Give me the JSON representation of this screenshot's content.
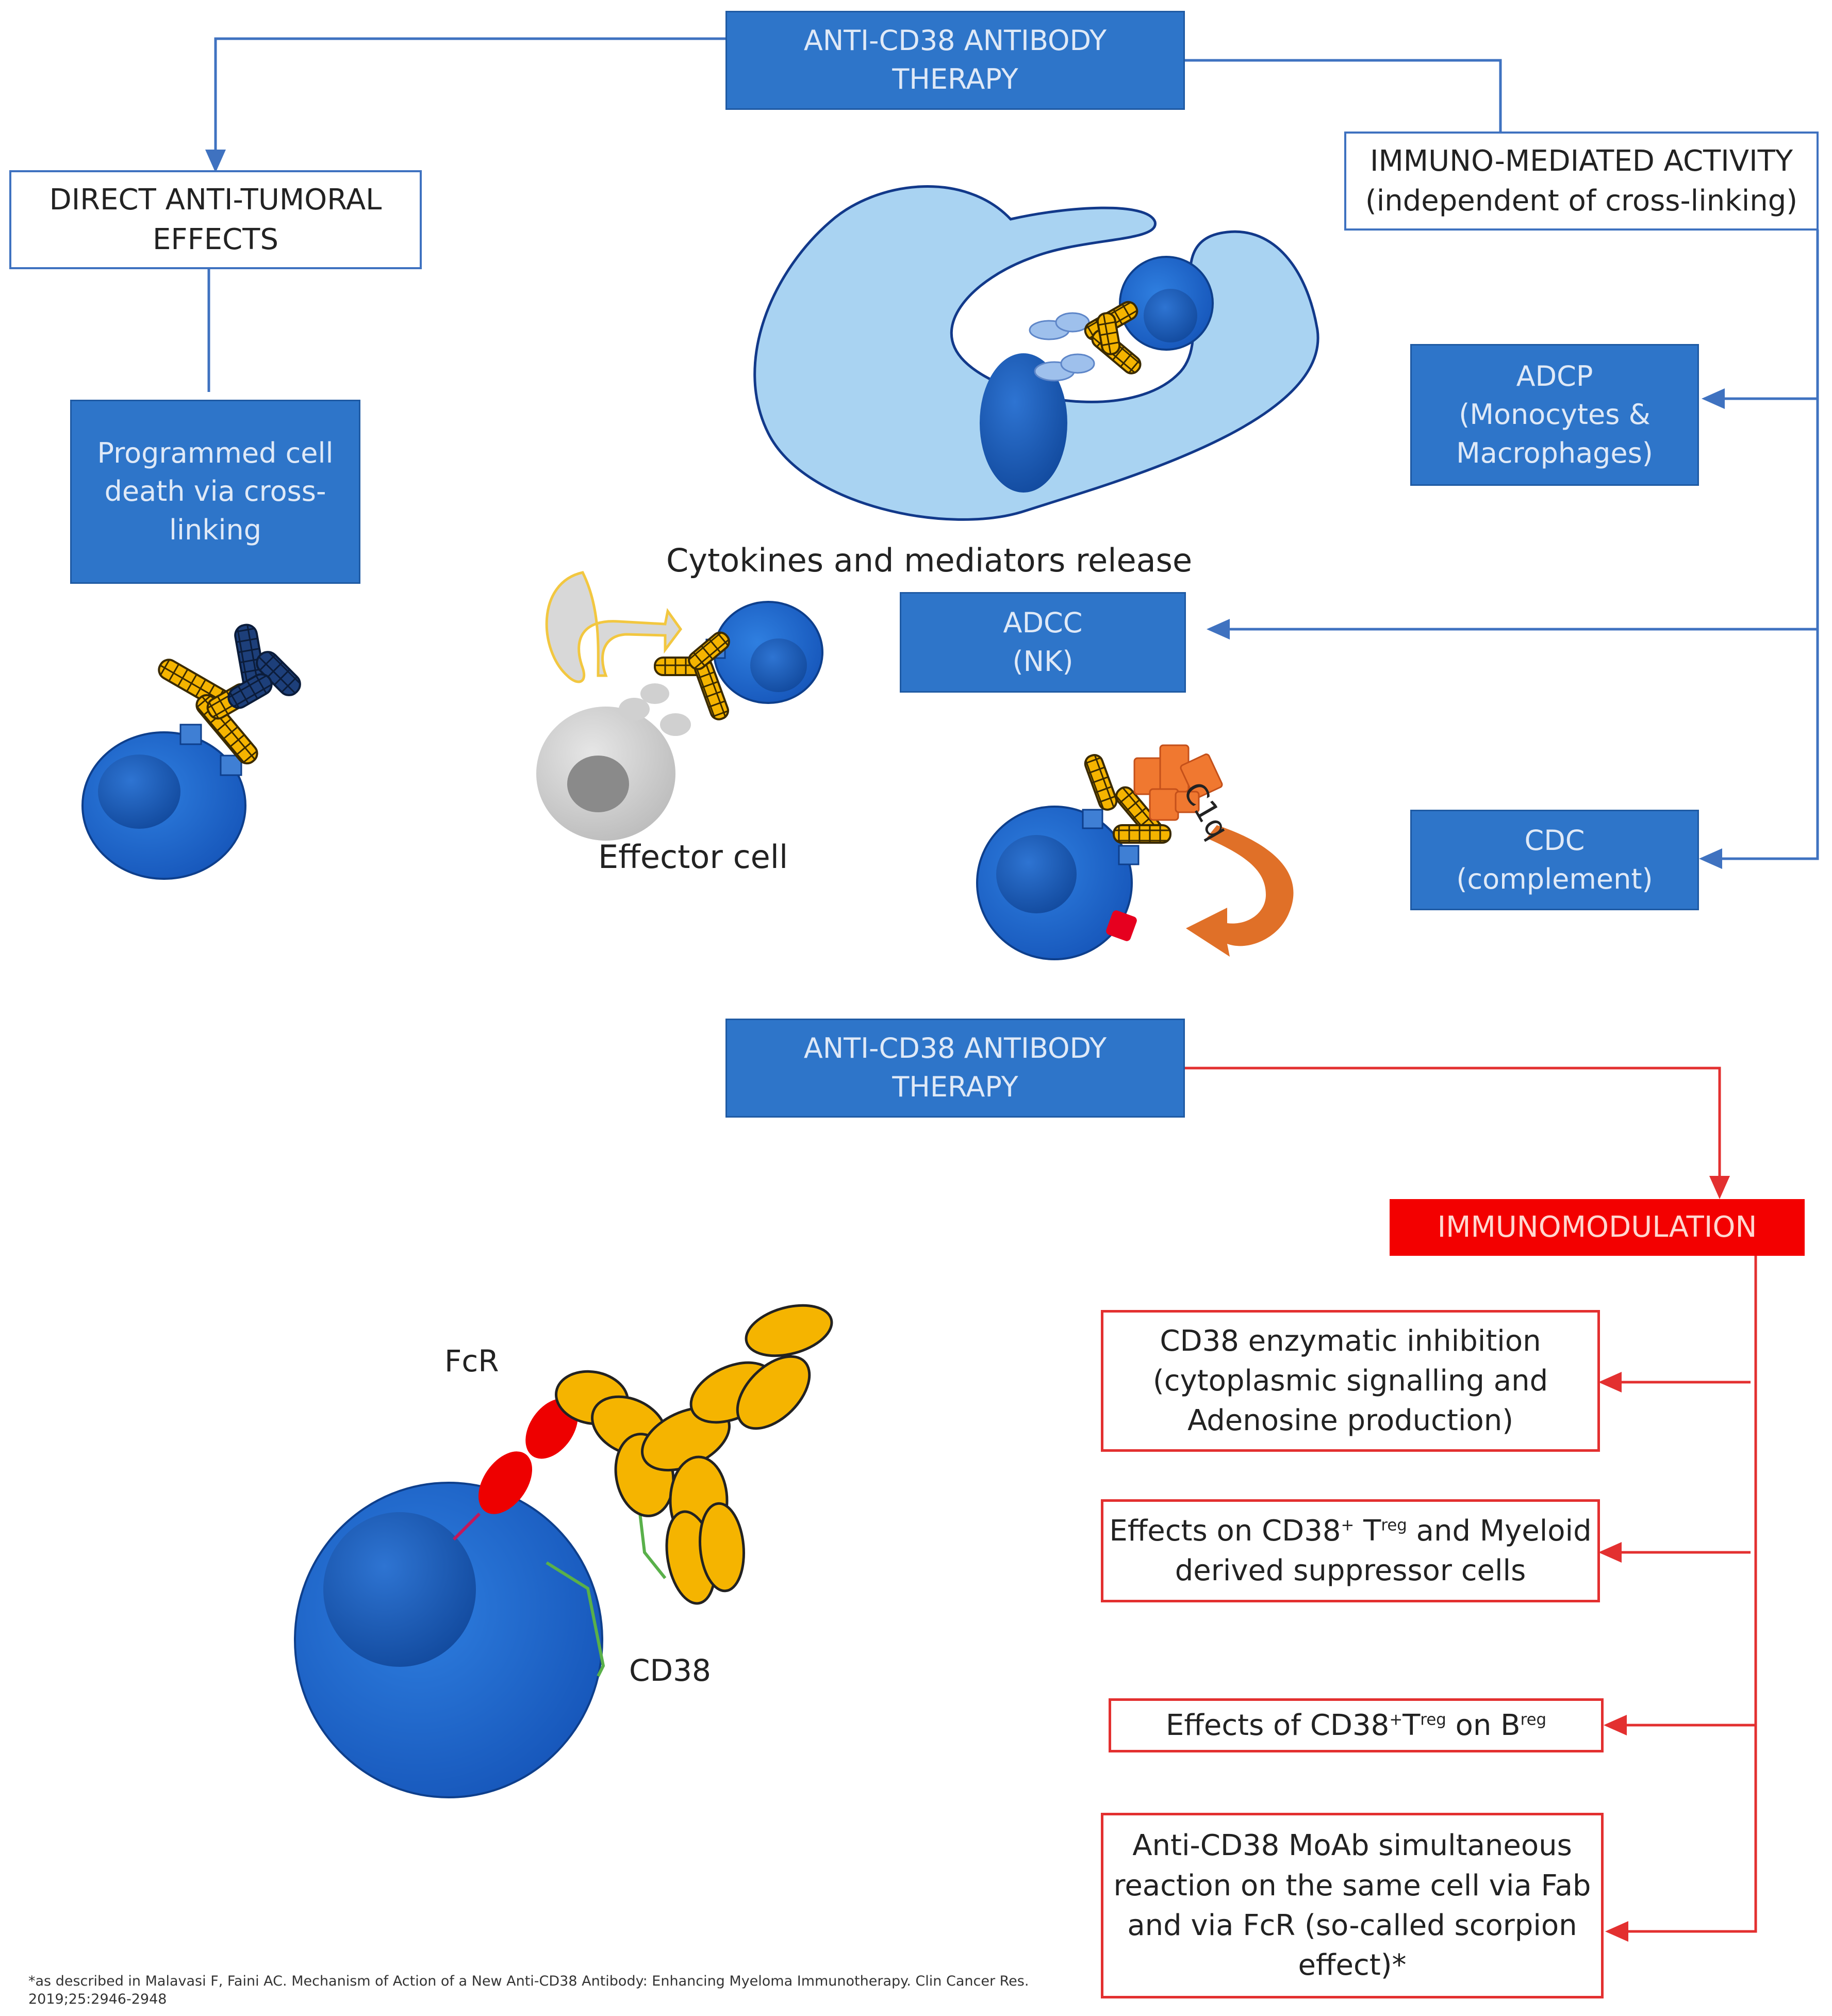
{
  "top_section": {
    "therapy_title_line1": "ANTI-CD38 ANTIBODY",
    "therapy_title_line2": "THERAPY",
    "direct_line1": "DIRECT ANTI-TUMORAL",
    "direct_line2": "EFFECTS",
    "pcd_line1": "Programmed cell",
    "pcd_line2": "death  via cross-",
    "pcd_line3": "linking",
    "immuno_line1": "IMMUNO-MEDIATED ACTIVITY",
    "immuno_line2": "(independent of cross-linking)",
    "adcp_line1": "ADCP",
    "adcp_line2": "(Monocytes &",
    "adcp_line3": "Macrophages)",
    "adcc_line1": "ADCC",
    "adcc_line2": "(NK)",
    "cdc_line1": "CDC",
    "cdc_line2": "(complement)",
    "cytokines_label": "Cytokines and mediators release",
    "effector_label": "Effector cell",
    "c1q_label": "C1q"
  },
  "bottom_section": {
    "therapy_title_line1": "ANTI-CD38 ANTIBODY",
    "therapy_title_line2": "THERAPY",
    "immunomodulation": "IMMUNOMODULATION",
    "fcr_label": "FcR",
    "cd38_label": "CD38",
    "effect1_line1": "CD38 enzymatic inhibition",
    "effect1_line2": "(cytoplasmic signalling and",
    "effect1_line3": "Adenosine production)",
    "effect2_a": "Effects on CD38",
    "effect2_sup1": "+",
    "effect2_b": " T",
    "effect2_sup2": "reg",
    "effect2_c": " and Myeloid",
    "effect2_line2": "derived suppressor cells",
    "effect3_a": "Effects of CD38",
    "effect3_sup1": "+",
    "effect3_b": "T",
    "effect3_sup2": "reg",
    "effect3_c": " on B",
    "effect3_sup3": "reg",
    "effect4_line1": "Anti-CD38 MoAb  simultaneous",
    "effect4_line2": "reaction  on the same cell via Fab",
    "effect4_line3": "and via FcR (so-called scorpion",
    "effect4_line4": "effect)*"
  },
  "footnote": "*as described in Malavasi F, Faini AC. Mechanism of Action of a New Anti-CD38 Antibody: Enhancing Myeloma Immunotherapy. Clin Cancer Res. 2019;25:2946-2948",
  "colors": {
    "box_blue": "#2e75c9",
    "connector_blue": "#3f72c0",
    "accent_red": "#f30000",
    "antibody_gold": "#f5b400",
    "complement_orange": "#f07830"
  }
}
